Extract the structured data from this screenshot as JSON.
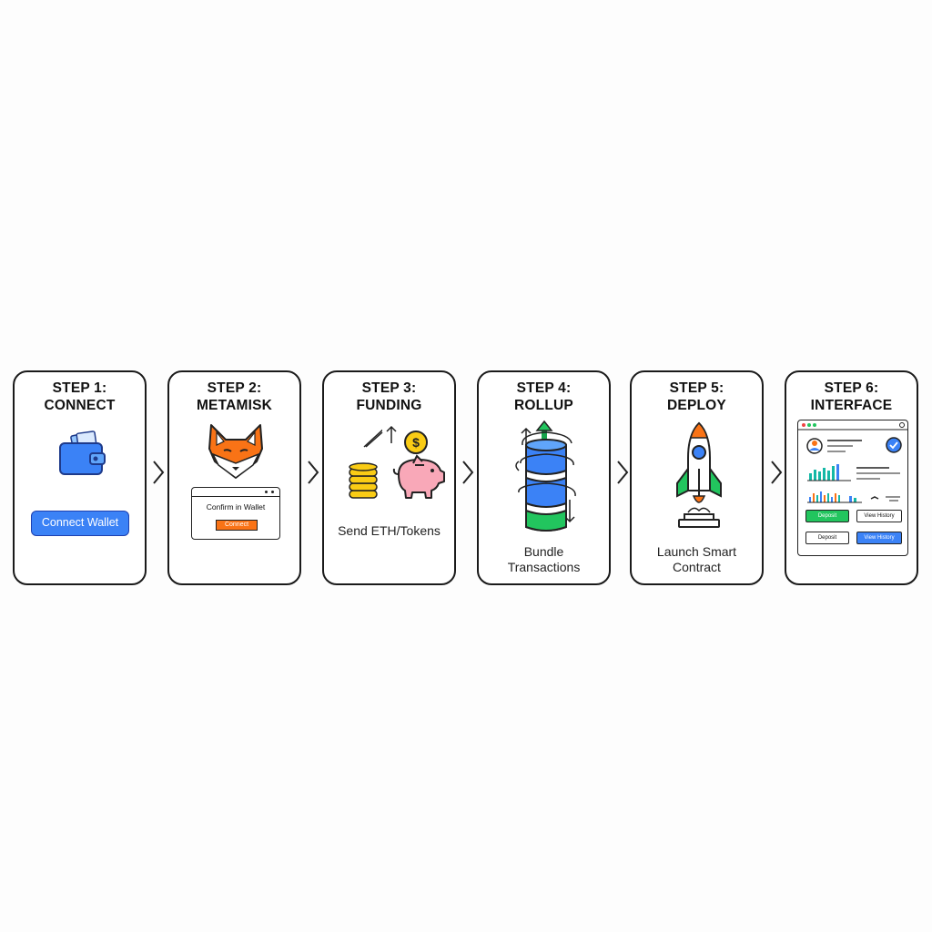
{
  "steps": [
    {
      "line1": "STEP 1:",
      "line2": "CONNECT",
      "button": "Connect Wallet"
    },
    {
      "line1": "STEP 2:",
      "line2": "METAMISK",
      "dialog_text": "Confirm in Wallet",
      "dialog_button": "Connect"
    },
    {
      "line1": "STEP 3:",
      "line2": "FUNDING",
      "caption": "Send ETH/Tokens"
    },
    {
      "line1": "STEP 4:",
      "line2": "ROLLUP",
      "caption_line1": "Bundle",
      "caption_line2": "Transactions"
    },
    {
      "line1": "STEP 5:",
      "line2": "DEPLOY",
      "caption_line1": "Launch Smart",
      "caption_line2": "Contract"
    },
    {
      "line1": "STEP 6:",
      "line2": "INTERFACE",
      "buttons": [
        "Deposit",
        "View History",
        "Deposit",
        "View History"
      ]
    }
  ],
  "colors": {
    "blue": "#3b82f6",
    "orange": "#f97316",
    "green": "#22c55e",
    "yellow": "#facc15",
    "pink": "#f9a8b8",
    "teal": "#14b8a6"
  }
}
